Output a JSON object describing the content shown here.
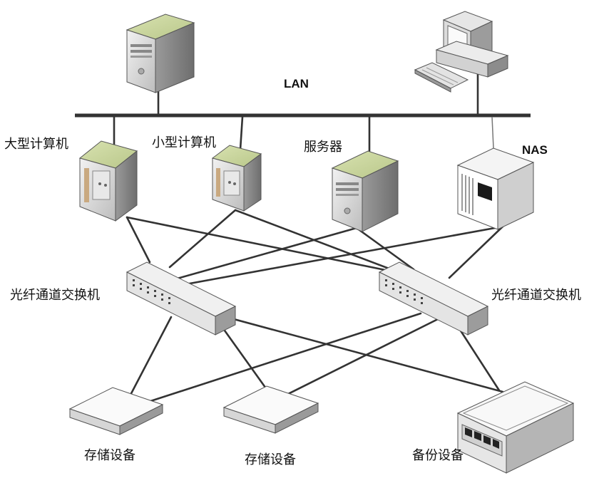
{
  "diagram": {
    "labels": {
      "lan": "LAN",
      "mainframe": "大型计算机",
      "minicomputer": "小型计算机",
      "server": "服务器",
      "nas": "NAS",
      "switch_left": "光纤通道交换机",
      "switch_right": "光纤通道交换机",
      "storage_1": "存储设备",
      "storage_2": "存储设备",
      "backup": "备份设备"
    },
    "colors": {
      "line": "#333333",
      "device_face": "#d9d9d9",
      "device_top": "#c8d4a0",
      "device_edge": "#444444"
    },
    "icons": [
      "tower-server-icon",
      "desktop-computer-icon",
      "mainframe-icon",
      "minicomputer-icon",
      "server-icon",
      "nas-icon",
      "fibre-channel-switch-icon",
      "storage-device-icon",
      "backup-device-icon"
    ]
  }
}
